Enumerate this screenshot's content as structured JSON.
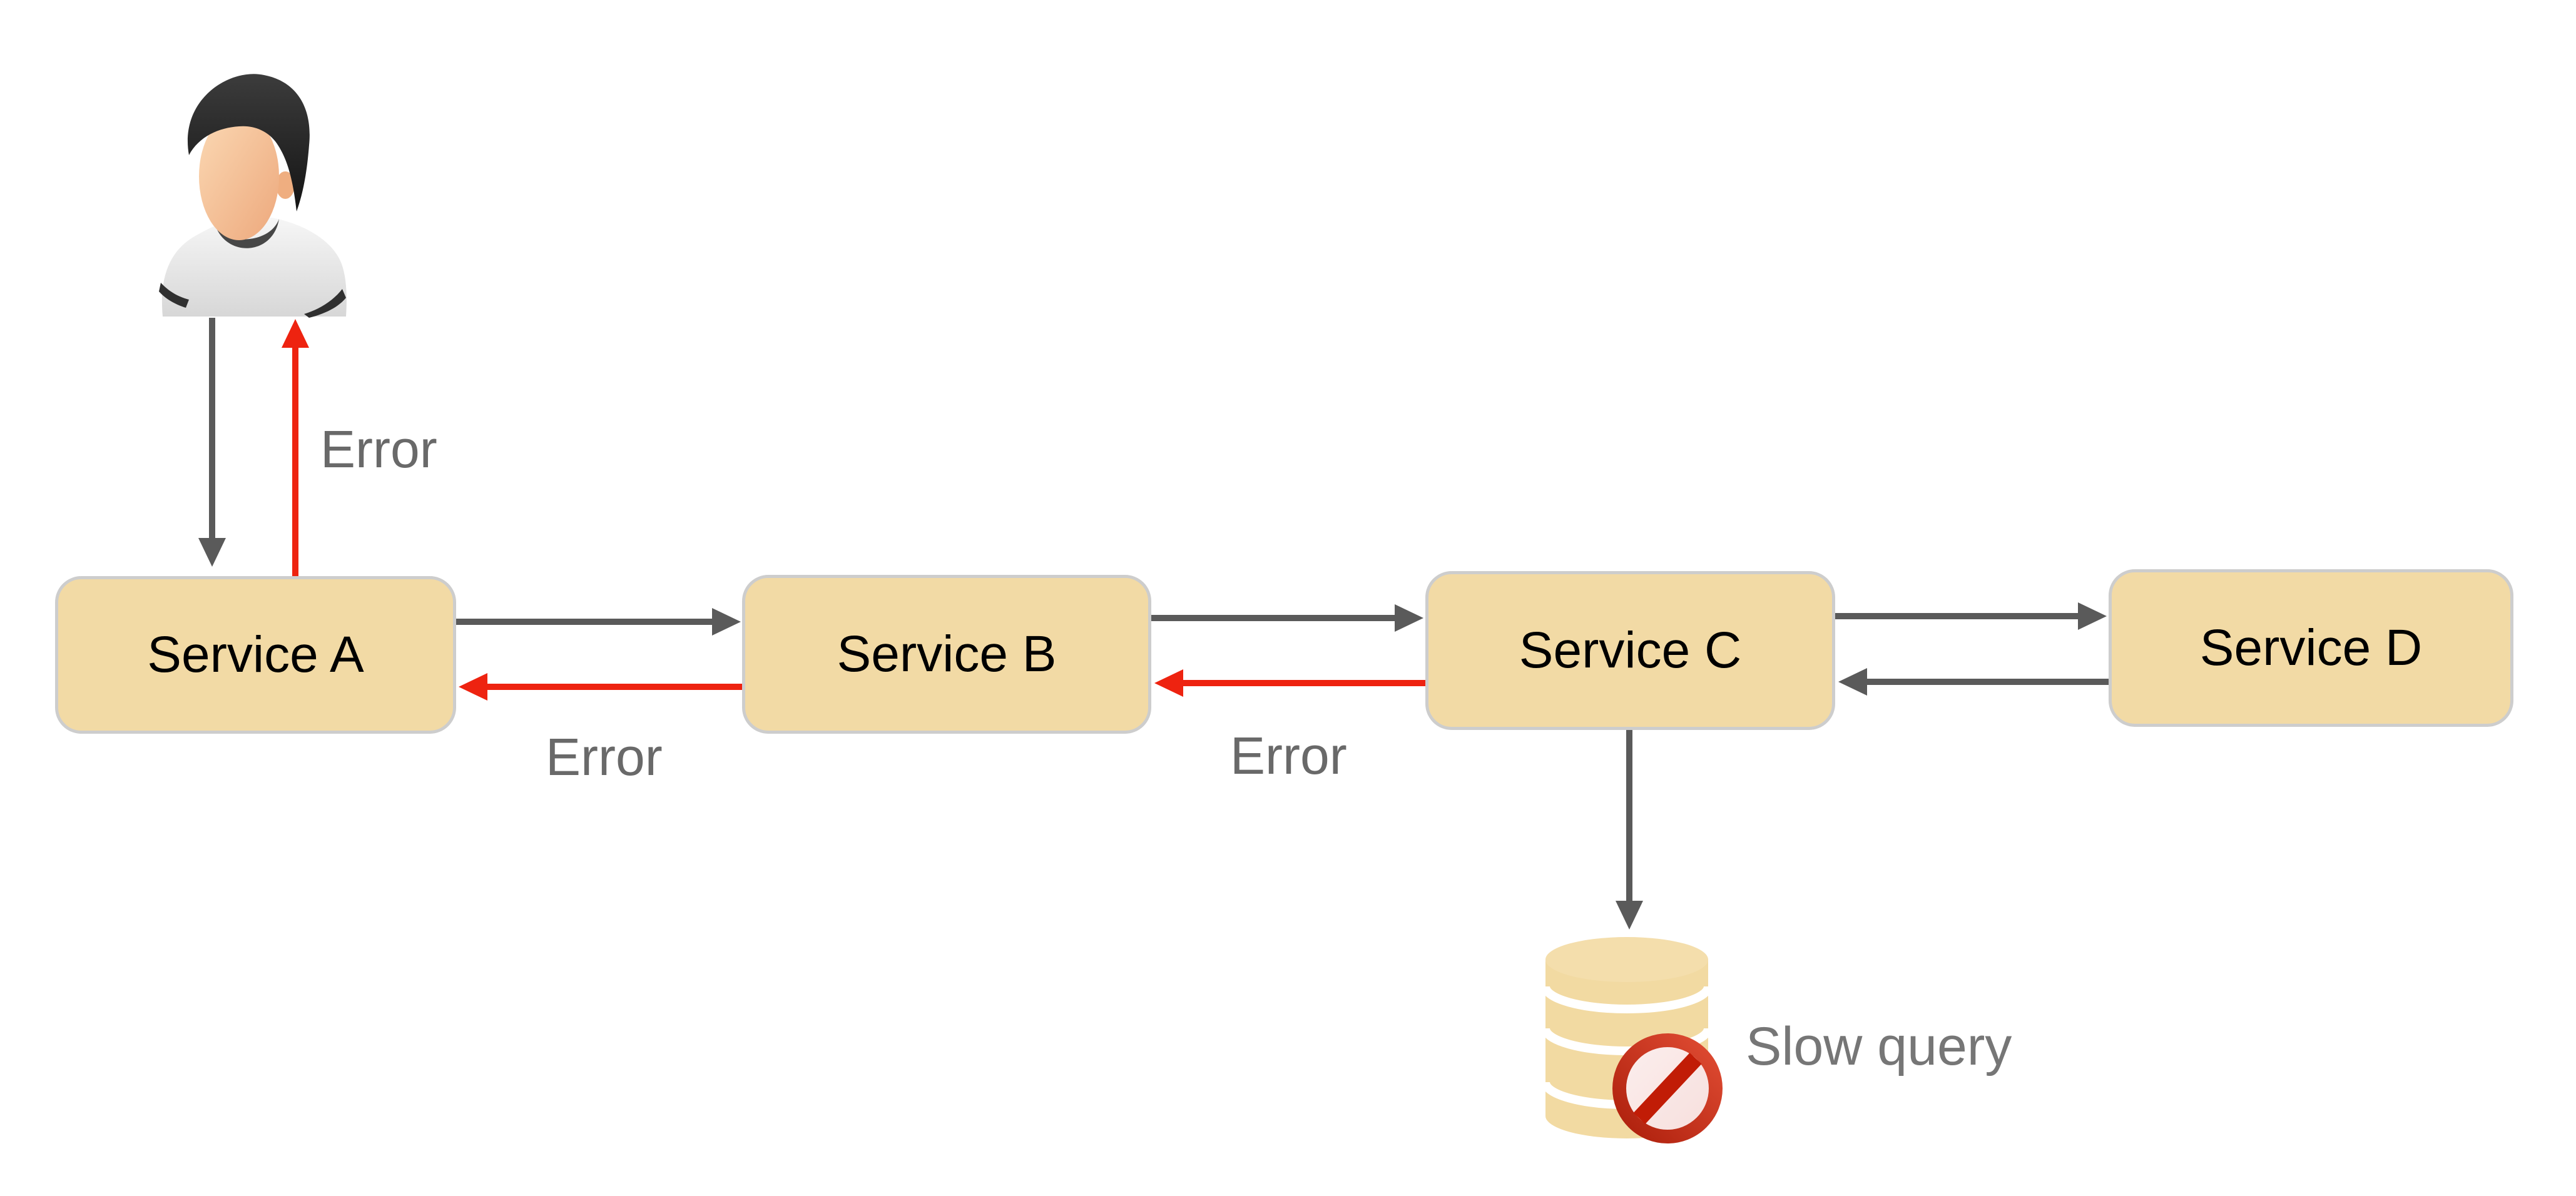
{
  "diagram": {
    "background": "#FFFFFF",
    "actor": {
      "icon": "user-icon"
    },
    "nodes": [
      {
        "id": "service-a",
        "label": "Service A"
      },
      {
        "id": "service-b",
        "label": "Service B"
      },
      {
        "id": "service-c",
        "label": "Service C"
      },
      {
        "id": "service-d",
        "label": "Service D"
      }
    ],
    "edges": [
      {
        "id": "user-to-service-a",
        "from": "user",
        "to": "service-a",
        "kind": "request",
        "color": "#5A5A5A",
        "label": ""
      },
      {
        "id": "service-a-to-user",
        "from": "service-a",
        "to": "user",
        "kind": "error",
        "color": "#EE2310",
        "label": "Error"
      },
      {
        "id": "service-a-to-service-b",
        "from": "service-a",
        "to": "service-b",
        "kind": "request",
        "color": "#5A5A5A",
        "label": ""
      },
      {
        "id": "service-b-to-service-a",
        "from": "service-b",
        "to": "service-a",
        "kind": "error",
        "color": "#EE2310",
        "label": "Error"
      },
      {
        "id": "service-b-to-service-c",
        "from": "service-b",
        "to": "service-c",
        "kind": "request",
        "color": "#5A5A5A",
        "label": ""
      },
      {
        "id": "service-c-to-service-b",
        "from": "service-c",
        "to": "service-b",
        "kind": "error",
        "color": "#EE2310",
        "label": "Error"
      },
      {
        "id": "service-c-to-service-d",
        "from": "service-c",
        "to": "service-d",
        "kind": "request",
        "color": "#5A5A5A",
        "label": ""
      },
      {
        "id": "service-d-to-service-c",
        "from": "service-d",
        "to": "service-c",
        "kind": "response",
        "color": "#5A5A5A",
        "label": ""
      },
      {
        "id": "service-c-to-database",
        "from": "service-c",
        "to": "database",
        "kind": "request",
        "color": "#5A5A5A",
        "label": ""
      }
    ],
    "database": {
      "icon": "database-cylinder-icon",
      "status_icon": "no-entry-icon",
      "annotation": "Slow query"
    },
    "styles": {
      "node_fill": "#F2DAA5",
      "node_border": "#CDCDCD",
      "node_text": "#000000",
      "request_arrow": "#5A5A5A",
      "error_arrow": "#EE2310",
      "error_text": "#696969",
      "annotation_text": "#767676",
      "database_fill": "#F2DAA2",
      "prohibition_ring": "#C6301B",
      "prohibition_slash": "#C11C06"
    }
  }
}
